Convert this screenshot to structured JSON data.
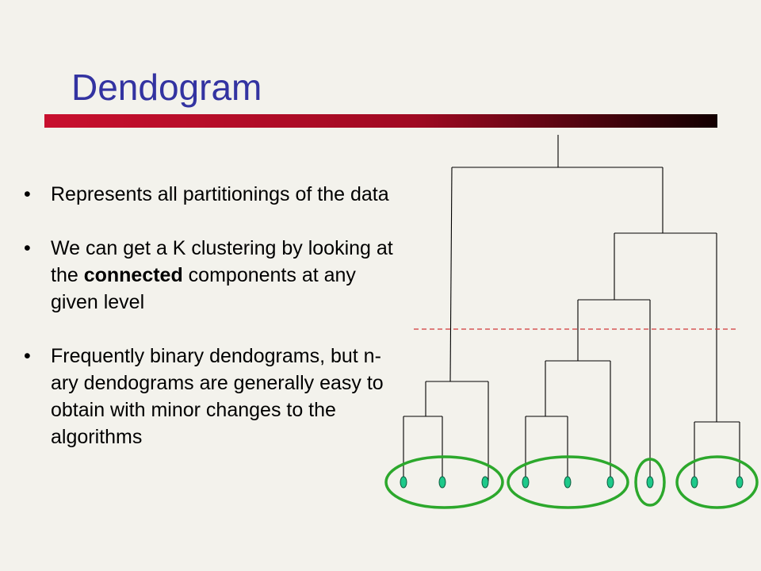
{
  "slide": {
    "title": "Dendogram",
    "title_color": "#3333a1",
    "rule_colors": {
      "start": "#c8102e",
      "end": "#120000"
    }
  },
  "bullets": [
    {
      "dot": "•",
      "segments": [
        {
          "text": "Represents all partitionings of the data",
          "bold": false
        }
      ]
    },
    {
      "dot": "•",
      "segments": [
        {
          "text": "We can get a K clustering by looking at the ",
          "bold": false
        },
        {
          "text": "connected",
          "bold": true
        },
        {
          "text": " components at any given level",
          "bold": false
        }
      ]
    },
    {
      "dot": "•",
      "segments": [
        {
          "text": "Frequently binary dendograms, but n-ary dendograms are generally easy to obtain with minor changes to the algorithms",
          "bold": false
        }
      ]
    }
  ],
  "dendrogram": {
    "leaf_count": 9,
    "leaf_color": "#1ec98a",
    "leaf_outline": "#0a5a3c",
    "cut_line_color": "#d23a3a",
    "cluster_ring_color": "#2ca82c",
    "clusters": [
      [
        0,
        1,
        2
      ],
      [
        3,
        4,
        5
      ],
      [
        6
      ],
      [
        7,
        8
      ]
    ]
  }
}
